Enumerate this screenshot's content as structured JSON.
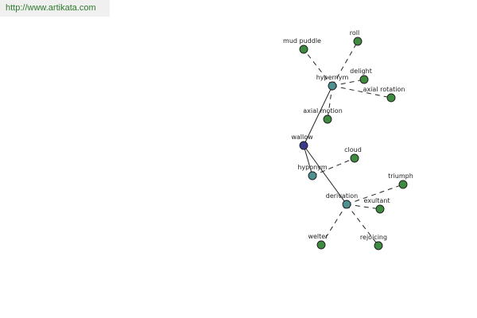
{
  "source_url": "http://www.artikata.com",
  "colors": {
    "root_node": "#3b3b8c",
    "relation_node": "#4d9191",
    "word_node": "#3e8a3e",
    "link_text": "#2f7a2f",
    "link_bar": "#f0f0f0"
  },
  "nodes": {
    "wallow": {
      "label": "wallow",
      "kind": "root"
    },
    "hypernym": {
      "label": "hypernym",
      "kind": "relation"
    },
    "hyponym": {
      "label": "hyponym",
      "kind": "relation"
    },
    "derivation": {
      "label": "derivation",
      "kind": "relation"
    },
    "mud_puddle": {
      "label": "mud puddle",
      "kind": "word"
    },
    "roll": {
      "label": "roll",
      "kind": "word"
    },
    "delight": {
      "label": "delight",
      "kind": "word"
    },
    "axial_rotation": {
      "label": "axial rotation",
      "kind": "word"
    },
    "axial_motion": {
      "label": "axial motion",
      "kind": "word"
    },
    "cloud": {
      "label": "cloud",
      "kind": "word"
    },
    "triumph": {
      "label": "triumph",
      "kind": "word"
    },
    "exultant": {
      "label": "exultant",
      "kind": "word"
    },
    "welter": {
      "label": "welter",
      "kind": "word"
    },
    "rejoicing": {
      "label": "rejoicing",
      "kind": "word"
    }
  },
  "edges": [
    {
      "from": "wallow",
      "to": "hypernym",
      "style": "solid"
    },
    {
      "from": "wallow",
      "to": "hyponym",
      "style": "solid"
    },
    {
      "from": "wallow",
      "to": "derivation",
      "style": "solid"
    },
    {
      "from": "hypernym",
      "to": "mud_puddle",
      "style": "dashed"
    },
    {
      "from": "hypernym",
      "to": "roll",
      "style": "dashed"
    },
    {
      "from": "hypernym",
      "to": "delight",
      "style": "dashed"
    },
    {
      "from": "hypernym",
      "to": "axial_rotation",
      "style": "dashed"
    },
    {
      "from": "hypernym",
      "to": "axial_motion",
      "style": "dashed"
    },
    {
      "from": "hyponym",
      "to": "cloud",
      "style": "dashed"
    },
    {
      "from": "derivation",
      "to": "triumph",
      "style": "dashed"
    },
    {
      "from": "derivation",
      "to": "exultant",
      "style": "dashed"
    },
    {
      "from": "derivation",
      "to": "welter",
      "style": "dashed"
    },
    {
      "from": "derivation",
      "to": "rejoicing",
      "style": "dashed"
    }
  ]
}
